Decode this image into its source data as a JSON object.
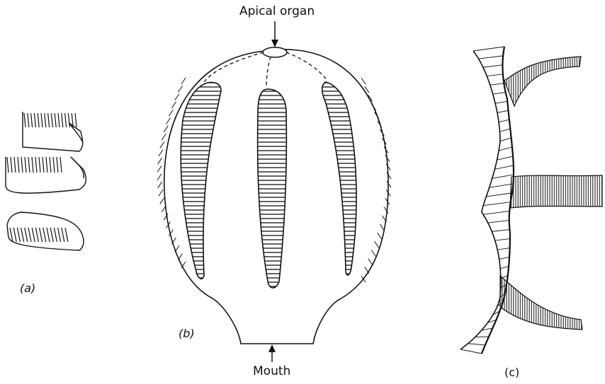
{
  "labels": {
    "apical_organ": "Apical organ",
    "mouth": "Mouth",
    "panel_a": "(a)",
    "panel_b": "(b)",
    "panel_c": "(c)"
  },
  "colors": {
    "ink": "#111111",
    "background": "#ffffff"
  }
}
